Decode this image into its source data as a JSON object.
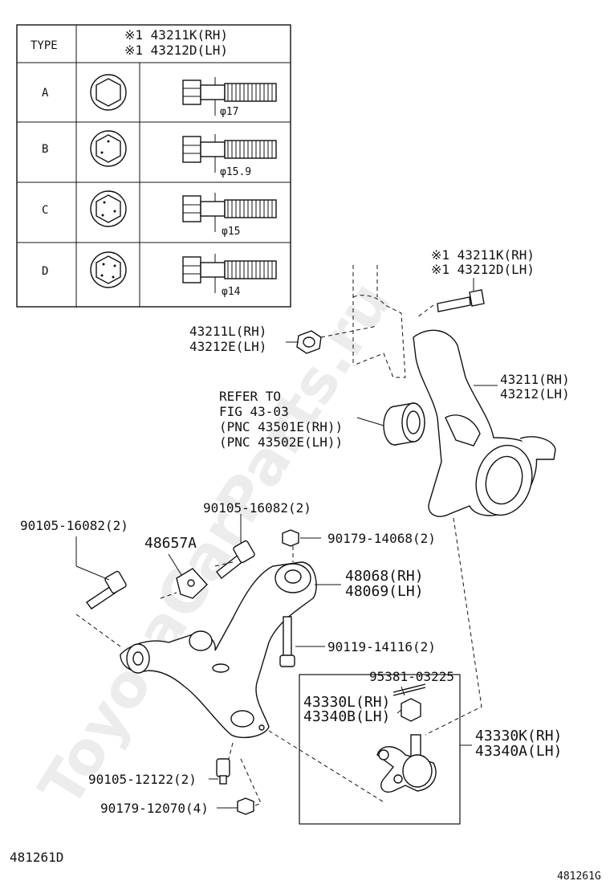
{
  "table": {
    "header_type": "TYPE",
    "header_part_rh": "※1 43211K(RH)",
    "header_part_lh": "※1 43212D(LH)",
    "rows": [
      {
        "type": "A",
        "dim": "φ17"
      },
      {
        "type": "B",
        "dim": "φ15.9"
      },
      {
        "type": "C",
        "dim": "φ15"
      },
      {
        "type": "D",
        "dim": "φ14"
      }
    ]
  },
  "callouts": {
    "bolt_rh": "※1 43211K(RH)",
    "bolt_lh": "※1 43212D(LH)",
    "nut_rh": "43211L(RH)",
    "nut_lh": "43212E(LH)",
    "knuckle_rh": "43211(RH)",
    "knuckle_lh": "43212(LH)",
    "refer_1": "REFER TO",
    "refer_2": "FIG 43-03",
    "refer_3": "(PNC 43501E(RH))",
    "refer_4": "(PNC 43502E(LH))",
    "bolt_90105_top": "90105-16082(2)",
    "bolt_90105_left": "90105-16082(2)",
    "bracket_48657A": "48657A",
    "nut_90179_14068": "90179-14068(2)",
    "arm_rh": "48068(RH)",
    "arm_lh": "48069(LH)",
    "bolt_90119": "90119-14116(2)",
    "pin_95381": "95381-03225",
    "balljoint_nut_rh": "43330L(RH)",
    "balljoint_nut_lh": "43340B(LH)",
    "balljoint_rh": "43330K(RH)",
    "balljoint_lh": "43340A(LH)",
    "bolt_90105_12122": "90105-12122(2)",
    "nut_90179_12070": "90179-12070(4)"
  },
  "footer": {
    "left_code": "481261D",
    "right_code": "481261G"
  },
  "watermark": "ToyotaCarParts.ru"
}
